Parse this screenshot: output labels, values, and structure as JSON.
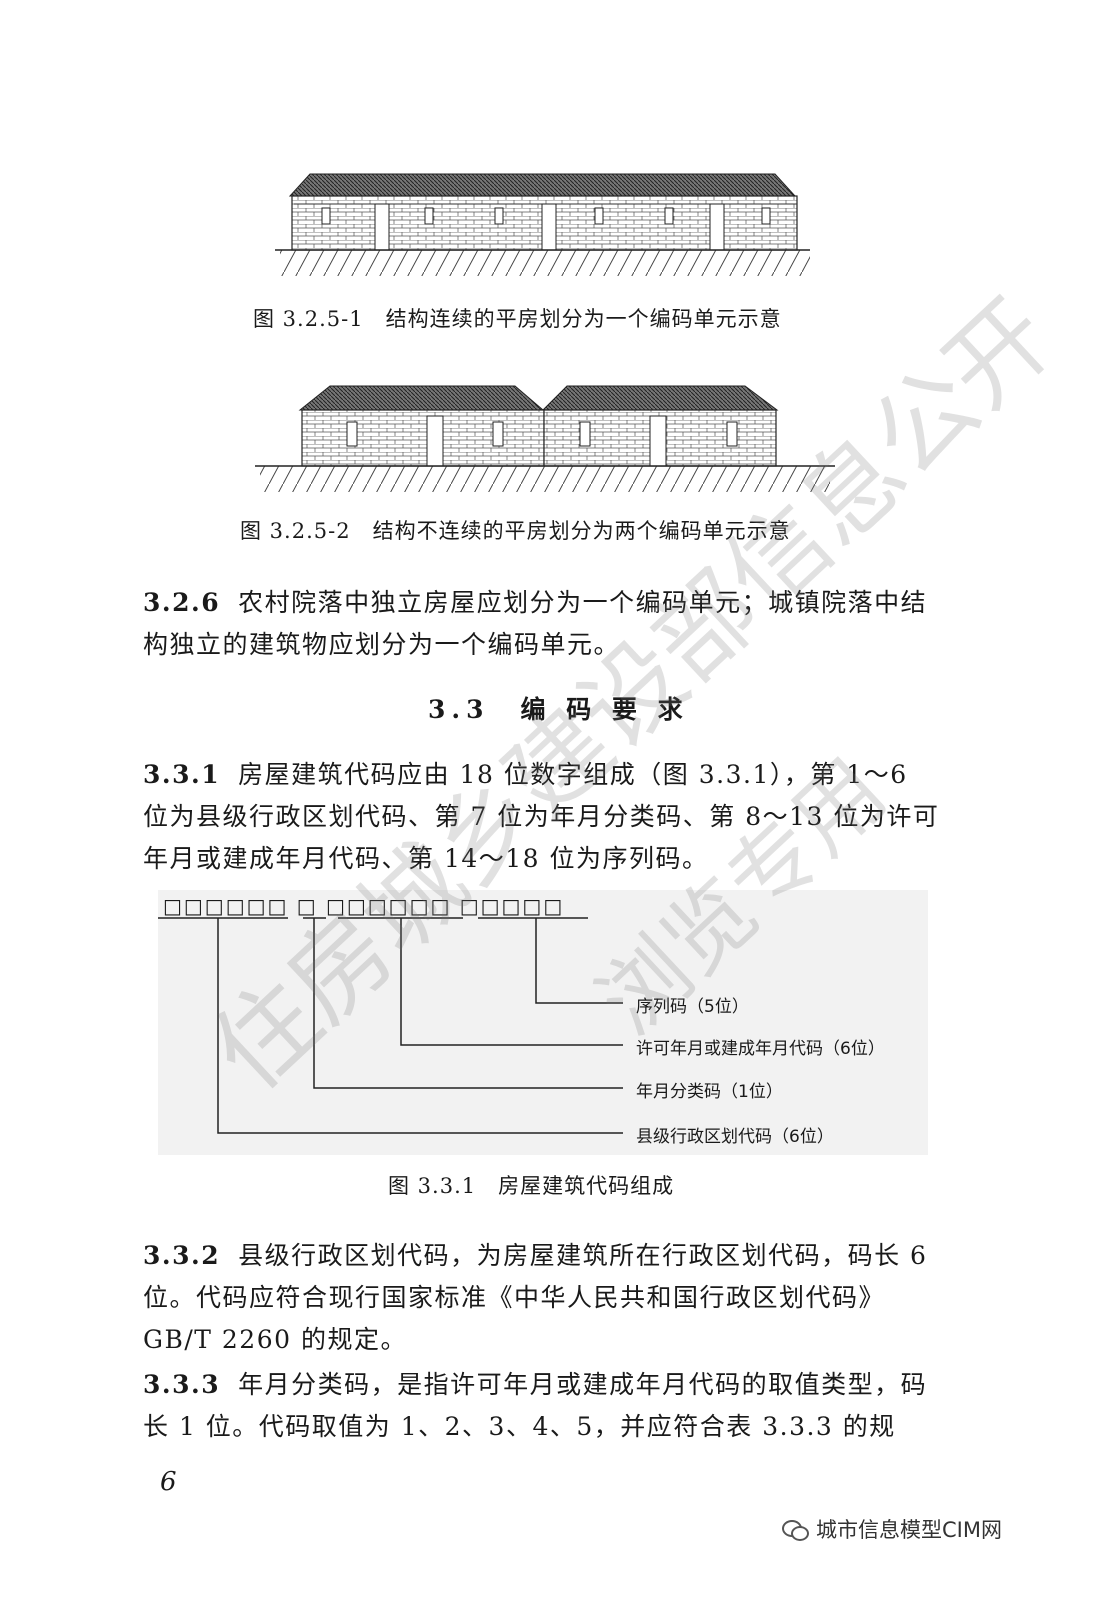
{
  "figures": {
    "fig1_caption": "图 3.2.5-1　结构连续的平房划分为一个编码单元示意",
    "fig2_caption": "图 3.2.5-2　结构不连续的平房划分为两个编码单元示意",
    "fig3_caption": "图 3.3.1　房屋建筑代码组成"
  },
  "clauses": {
    "c326": {
      "num": "3.2.6",
      "text": "农村院落中独立房屋应划分为一个编码单元；城镇院落中结构独立的建筑物应划分为一个编码单元。"
    },
    "section33": "3.3　编 码 要 求",
    "c331": {
      "num": "3.3.1",
      "text": "房屋建筑代码应由 18 位数字组成（图 3.3.1），第 1～6 位为县级行政区划代码、第 7 位为年月分类码、第 8～13 位为许可年月或建成年月代码、第 14～18 位为序列码。"
    },
    "c332": {
      "num": "3.3.2",
      "text": "县级行政区划代码，为房屋建筑所在行政区划代码，码长 6 位。代码应符合现行国家标准《中华人民共和国行政区划代码》GB/T 2260 的规定。"
    },
    "c333": {
      "num": "3.3.3",
      "text": "年月分类码，是指许可年月或建成年月代码的取值类型，码长 1 位。代码取值为 1、2、3、4、5，并应符合表 3.3.3 的规"
    }
  },
  "code_diagram": {
    "boxes": "□□□□□□ □ □□□□□□ □□□□□",
    "labels": [
      "序列码（5位）",
      "许可年月或建成年月代码（6位）",
      "年月分类码（1位）",
      "县级行政区划代码（6位）"
    ]
  },
  "watermarks": [
    "住房城乡建设部信息公开",
    "浏览专用"
  ],
  "page_number": "6",
  "footer_brand": "城市信息模型CIM网"
}
